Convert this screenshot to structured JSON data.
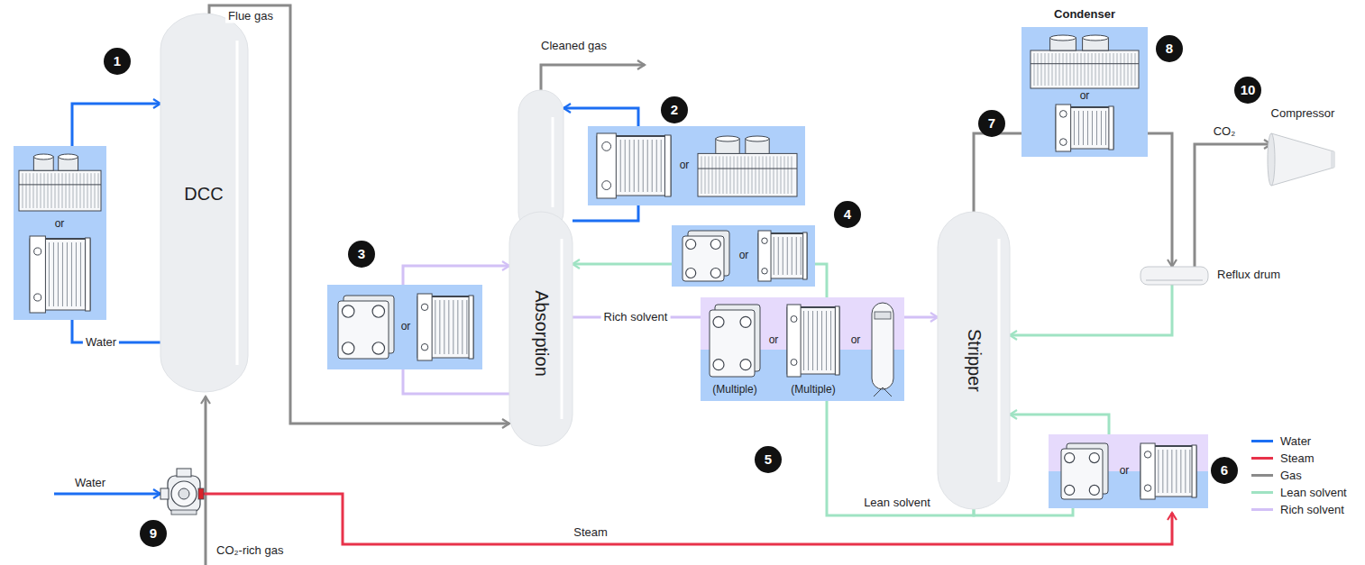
{
  "diagram": {
    "nodes": [
      {
        "text": [
          "DCC"
        ]
      },
      {
        "text": [
          "Absorption"
        ]
      },
      {
        "text": [
          "Stripper"
        ]
      },
      {
        "text": [
          "or"
        ]
      },
      {
        "text": [
          "or"
        ]
      },
      {
        "text": [
          "or"
        ]
      },
      {
        "text": [
          "or"
        ]
      },
      {
        "text": [
          "(Multiple)",
          "or",
          "(Multiple)",
          "or"
        ]
      },
      {
        "text": [
          "or"
        ]
      },
      {
        "text": [
          "Condenser",
          "or"
        ]
      },
      {
        "text": [
          "Reflux drum"
        ]
      },
      {
        "text": [
          "Compressor"
        ]
      }
    ],
    "edges": [
      {
        "from": 3,
        "to": 0,
        "arrow": "to"
      },
      {
        "from": 0,
        "to": 3,
        "label": "Water",
        "arrow": "none"
      },
      {
        "from": 0,
        "to": 1,
        "label": "Flue gas",
        "arrow": "to"
      },
      {
        "from": 1,
        "to": 4,
        "arrow": "none"
      },
      {
        "from": 4,
        "to": 1,
        "arrow": "to"
      },
      {
        "from": 1,
        "to": 5,
        "arrow": "none"
      },
      {
        "from": 5,
        "to": 1,
        "arrow": "to"
      },
      {
        "from": 1,
        "to": 7,
        "label": "Rich solvent",
        "arrow": "none"
      },
      {
        "from": 7,
        "to": 2,
        "arrow": "to"
      },
      {
        "from": 7,
        "to": 6,
        "arrow": "none"
      },
      {
        "from": 6,
        "to": 1,
        "arrow": "to"
      },
      {
        "from": 2,
        "to": 7,
        "label": "Lean solvent",
        "arrow": "none"
      },
      {
        "from": 2,
        "to": 8,
        "arrow": "none"
      },
      {
        "from": 8,
        "to": 2,
        "arrow": "to"
      },
      {
        "from": 2,
        "to": 9,
        "arrow": "none"
      },
      {
        "from": 9,
        "to": 10,
        "arrow": "to"
      },
      {
        "from": 10,
        "to": 11,
        "label": "CO₂",
        "arrow": "to"
      },
      {
        "from": 10,
        "to": 2,
        "arrow": "to"
      }
    ],
    "labels": [
      "1",
      "Cleaned gas",
      "2",
      "8",
      "10",
      "7",
      "4",
      "3",
      "6",
      "5",
      "Water",
      "9",
      "CO₂-rich gas",
      "Steam"
    ],
    "legend": [
      {
        "text": "Water",
        "color": "#1b6ef3"
      },
      {
        "text": "Steam",
        "color": "#e8324a"
      },
      {
        "text": "Gas",
        "color": "#8a8a8a"
      },
      {
        "text": "Lean solvent",
        "color": "#9fe3c3"
      },
      {
        "text": "Rich solvent",
        "color": "#d2c0f6"
      }
    ]
  }
}
